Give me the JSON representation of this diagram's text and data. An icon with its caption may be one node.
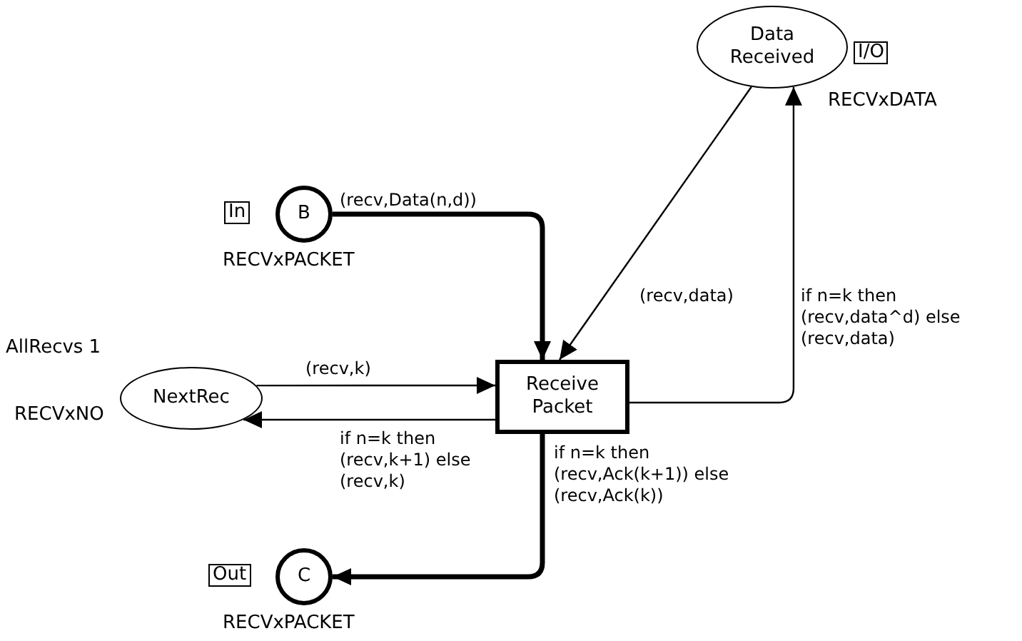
{
  "diagram": {
    "nodes": [
      {
        "text": [
          "Data Received"
        ],
        "beside": [
          "I/O",
          "RECVxDATA"
        ]
      },
      {
        "text": [
          "B"
        ],
        "beside": [
          "In",
          "RECVxPACKET"
        ]
      },
      {
        "text": [
          "NextRec"
        ],
        "beside": [
          "AllRecvs 1",
          "RECVxNO"
        ]
      },
      {
        "text": [
          "Receive Packet"
        ]
      },
      {
        "text": [
          "C"
        ],
        "beside": [
          "Out",
          "RECVxPACKET"
        ]
      }
    ],
    "edges": [
      {
        "from": 1,
        "to": 3,
        "arrow": "to",
        "label": "(recv,Data(n,d))",
        "style": "thick"
      },
      {
        "from": 0,
        "to": 3,
        "arrow": "to",
        "label": "(recv,data)"
      },
      {
        "from": 3,
        "to": 0,
        "arrow": "to",
        "label": "if n=k then (recv,data^d) else (recv,data)"
      },
      {
        "from": 2,
        "to": 3,
        "arrow": "to",
        "label": "(recv,k)"
      },
      {
        "from": 3,
        "to": 2,
        "arrow": "to",
        "label": "if n=k then (recv,k+1) else (recv,k)"
      },
      {
        "from": 3,
        "to": 4,
        "arrow": "to",
        "label": "if n=k then (recv,Ack(k+1)) else (recv,Ack(k))",
        "style": "thick"
      }
    ]
  }
}
